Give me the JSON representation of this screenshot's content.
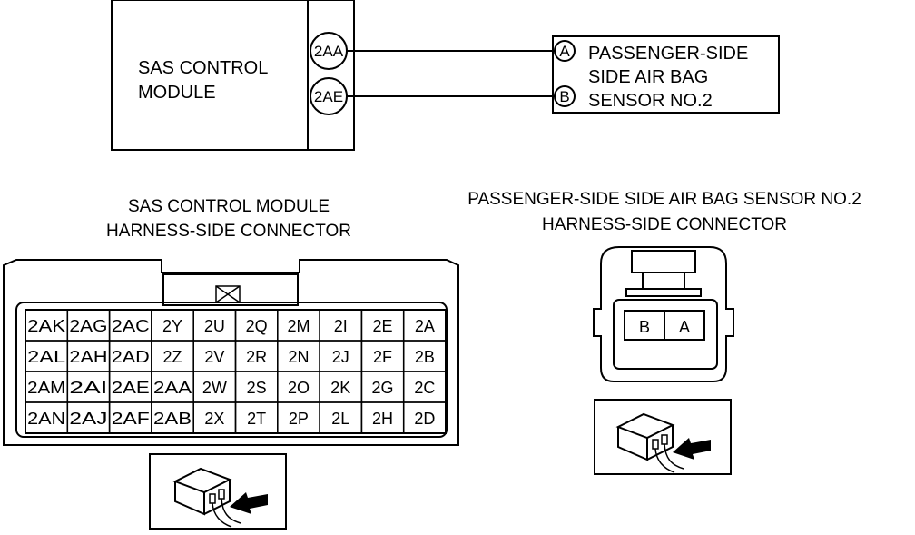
{
  "wiring": {
    "module_label_line1": "SAS CONTROL",
    "module_label_line2": "MODULE",
    "module_terminals": [
      "2AA",
      "2AE"
    ],
    "sensor_terminals": [
      "A",
      "B"
    ],
    "sensor_label_lines": [
      "PASSENGER-SIDE",
      "SIDE AIR BAG",
      "SENSOR NO.2"
    ]
  },
  "left_connector": {
    "title_line1": "SAS CONTROL MODULE",
    "title_line2": "HARNESS-SIDE CONNECTOR",
    "pins": [
      [
        "2AK",
        "2AG",
        "2AC",
        "2Y",
        "2U",
        "2Q",
        "2M",
        "2I",
        "2E",
        "2A"
      ],
      [
        "2AL",
        "2AH",
        "2AD",
        "2Z",
        "2V",
        "2R",
        "2N",
        "2J",
        "2F",
        "2B"
      ],
      [
        "2AM",
        "2AI",
        "2AE",
        "2AA",
        "2W",
        "2S",
        "2O",
        "2K",
        "2G",
        "2C"
      ],
      [
        "2AN",
        "2AJ",
        "2AF",
        "2AB",
        "2X",
        "2T",
        "2P",
        "2L",
        "2H",
        "2D"
      ]
    ]
  },
  "right_connector": {
    "title_line1": "PASSENGER-SIDE SIDE AIR BAG SENSOR NO.2",
    "title_line2": "HARNESS-SIDE CONNECTOR",
    "pins": [
      "B",
      "A"
    ]
  },
  "icons": [
    "connector-probe-icon",
    "connector-probe-icon"
  ]
}
